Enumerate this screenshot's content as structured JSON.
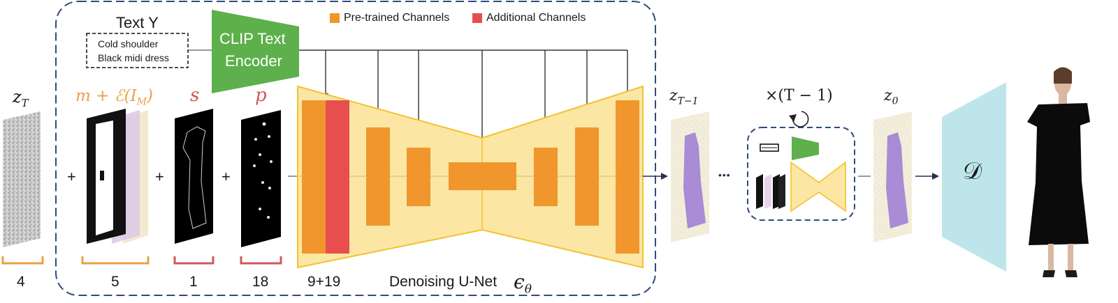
{
  "text_box": {
    "title": "Text Y",
    "line1": "Cold shoulder",
    "line2": "Black midi dress"
  },
  "encoder": {
    "line1": "CLIP Text",
    "line2": "Encoder"
  },
  "legend": {
    "pretrained": "Pre-trained Channels",
    "additional": "Additional Channels"
  },
  "inputs": {
    "zT": "z",
    "zT_sub": "T",
    "mask": "m + ℰ(I",
    "mask_sub": "M",
    "mask_close": ")",
    "s": "s",
    "p": "p",
    "plus": "+"
  },
  "channels": {
    "zT": "4",
    "mask": "5",
    "s": "1",
    "p": "18",
    "unet": "9+19"
  },
  "unet_label": "Denoising U-Net",
  "unet_symbol": "ϵ",
  "unet_symbol_sub": "θ",
  "outputs": {
    "zT1": "z",
    "zT1_sub": "T−1",
    "ellipsis": "•••",
    "repeat": "×(T − 1)",
    "z0": "z",
    "z0_sub": "0",
    "decoder": "𝒟"
  },
  "colors": {
    "orange": "#F0962D",
    "red": "#E84E4E",
    "unet_fill": "#FBE6A3",
    "unet_stroke": "#F2C230",
    "green": "#5DB04B",
    "decoder": "#BEE6EA",
    "dash": "#2F4B7C",
    "bracket_orange": "#E9A044",
    "bracket_red": "#D0585C",
    "arrow": "#2B2B55"
  }
}
